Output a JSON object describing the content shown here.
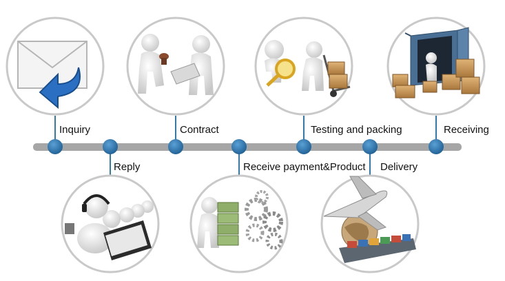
{
  "colors": {
    "timeline": "#a6a6a6",
    "node": "#2e7bb4",
    "circle_border": "#c9c9c9",
    "connector": "#2e7bb4",
    "figure": "#f2f2f2",
    "box": "#c89a5a",
    "envelope_arrow": "#2a6fc2"
  },
  "steps": [
    {
      "label": "Inquiry",
      "icon": "envelope-reply-icon"
    },
    {
      "label": "Reply",
      "icon": "customer-service-headset-icon"
    },
    {
      "label": "Contract",
      "icon": "contract-stamp-icon"
    },
    {
      "label": "Receive payment&Product",
      "icon": "money-and-gears-icon"
    },
    {
      "label": "Testing and packing",
      "icon": "magnifier-and-handtruck-icon"
    },
    {
      "label": "Delivery",
      "icon": "airplane-globe-ship-icon"
    },
    {
      "label": "Receiving",
      "icon": "container-boxes-icon"
    }
  ]
}
